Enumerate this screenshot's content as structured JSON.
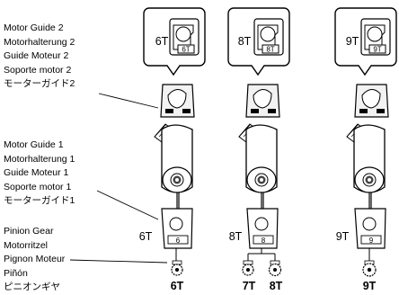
{
  "labels": {
    "motor_guide_2": [
      "Motor Guide 2",
      "Motorhalterung 2",
      "Guide Moteur 2",
      "Soporte motor 2",
      "モーターガイド2"
    ],
    "motor_guide_1": [
      "Motor Guide 1",
      "Motorhalterung 1",
      "Guide Moteur 1",
      "Soporte motor 1",
      "モーターガイド1"
    ],
    "pinion_gear": [
      "Pinion Gear",
      "Motorritzel",
      "Pignon Moteur",
      "Piñón",
      "ピニオンギヤ"
    ]
  },
  "callouts": [
    {
      "tooth": "6T",
      "badge": "6T"
    },
    {
      "tooth": "8T",
      "badge": "8T"
    },
    {
      "tooth": "9T",
      "badge": "9T"
    }
  ],
  "guide1_labels": [
    "6T",
    "8T",
    "9T"
  ],
  "pinions": [
    "6T",
    "7T",
    "8T",
    "9T"
  ]
}
